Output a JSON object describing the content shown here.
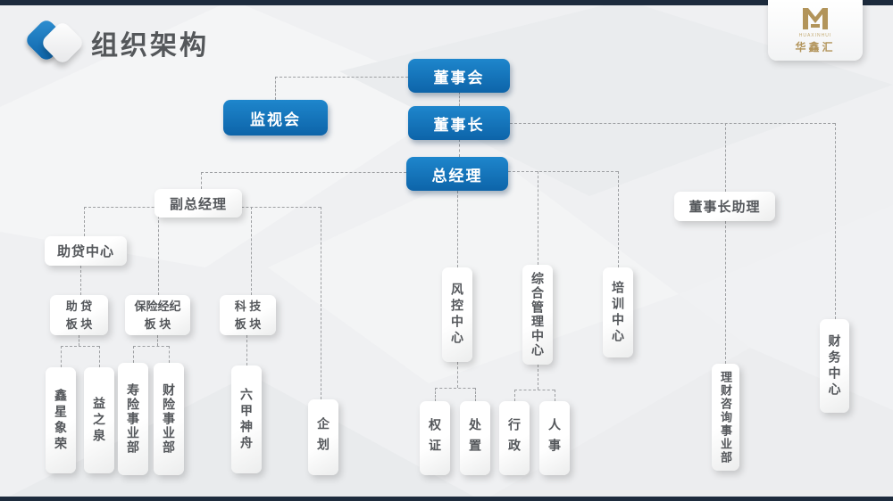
{
  "slide": {
    "title": "组织架构",
    "logo": {
      "name_en": "HUAXINHUI",
      "name_cn": "华鑫汇"
    },
    "colors": {
      "accent_blue": "#1173ba",
      "bar_navy": "#1d2b3d",
      "logo_gold": "#b2945a",
      "connector_gray": "#9d9fa2",
      "text_gray": "#54575b",
      "background": "#eff0f2"
    }
  },
  "nodes": {
    "board": {
      "label": "董事会"
    },
    "supervisory": {
      "label": "监视会"
    },
    "chairman": {
      "label": "董事长"
    },
    "gm": {
      "label": "总经理"
    },
    "deputy_gm": {
      "label": "副总经理"
    },
    "chairman_assistant": {
      "label": "董事长助理"
    },
    "loan_center": {
      "label": "助贷中心"
    },
    "loan_block": {
      "label": "助 贷\n板 块"
    },
    "insurance_broker_block": {
      "label": "保险经纪\n板 块"
    },
    "tech_block": {
      "label": "科 技\n板 块"
    },
    "xinxingxiangrong": {
      "label": "鑫星象荣"
    },
    "yizhiquan": {
      "label": "益之泉"
    },
    "life_insurance_division": {
      "label": "寿险事业部"
    },
    "property_insurance_division": {
      "label": "财险事业部"
    },
    "liujiashenzhou": {
      "label": "六甲神舟"
    },
    "planning": {
      "label": "企划"
    },
    "risk_control_center": {
      "label": "风控中心"
    },
    "warrant": {
      "label": "权证"
    },
    "disposal": {
      "label": "处置"
    },
    "general_management_center": {
      "label": "综合管理中心"
    },
    "administration": {
      "label": "行政"
    },
    "hr": {
      "label": "人事"
    },
    "training_center": {
      "label": "培训中心"
    },
    "wealth_consulting_division": {
      "label": "理财咨询事业部"
    },
    "finance_center": {
      "label": "财务中心"
    }
  }
}
